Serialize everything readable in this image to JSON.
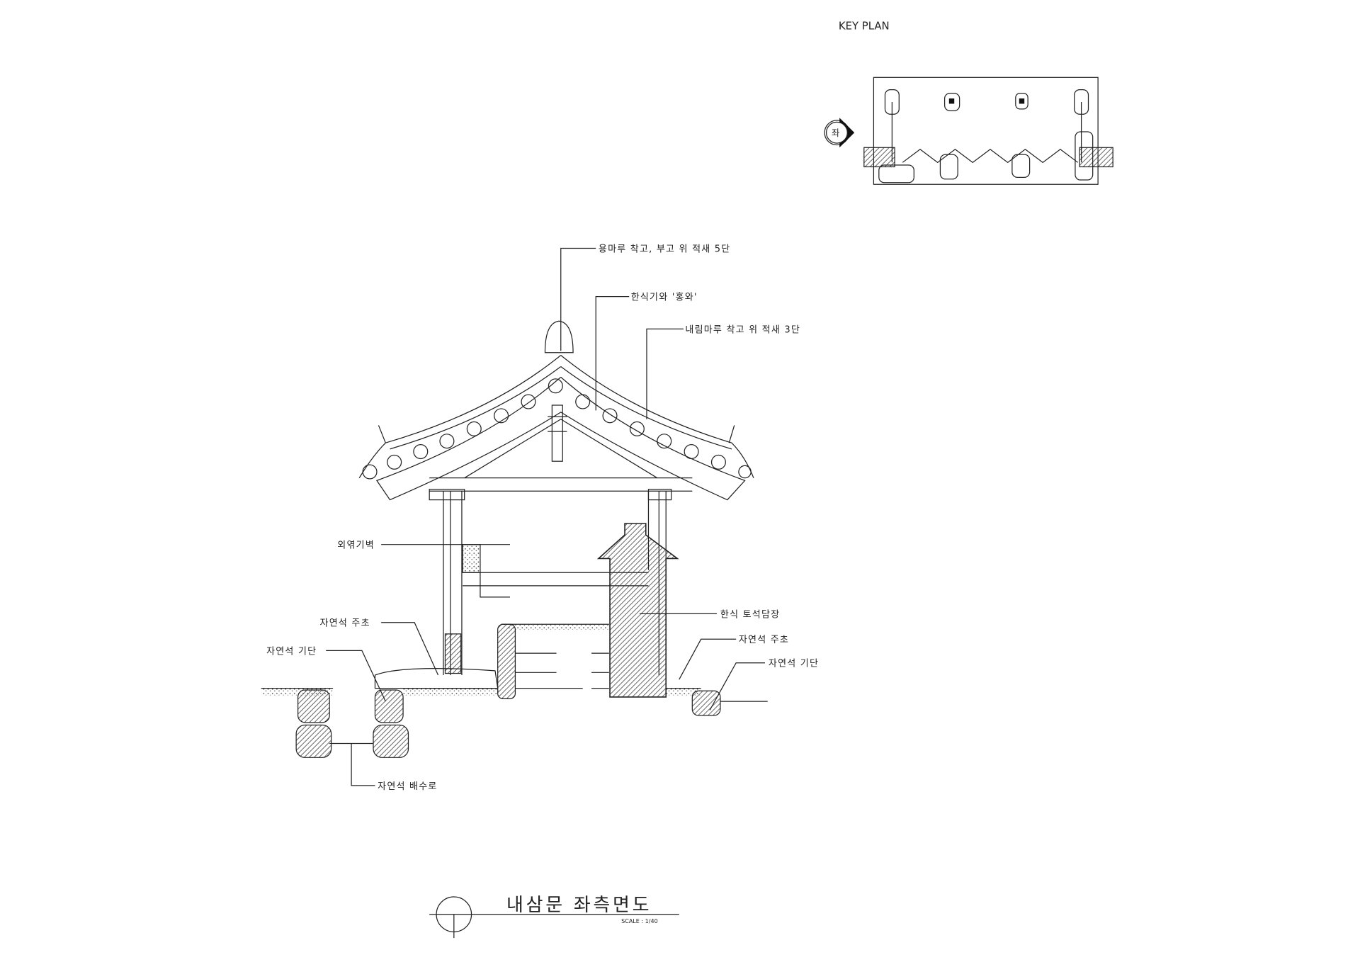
{
  "key_plan": {
    "title": "KEY PLAN",
    "view_marker": "좌"
  },
  "labels": {
    "ridge": "용마루 착고, 부고 위 적새 5단",
    "roof_tile": "한식기와 '홍와'",
    "hip_ridge": "내림마루 착고 위 적새 3단",
    "wattle_wall": "외엮기벽",
    "pillar_base_left": "자연석 주초",
    "foundation_left": "자연석 기단",
    "earth_stone_wall": "한식 토석담장",
    "pillar_base_right": "자연석 주초",
    "foundation_right": "자연석 기단",
    "drainage": "자연석 배수로"
  },
  "title_block": {
    "title": "내삼문 좌측면도",
    "scale": "SCALE : 1/40"
  }
}
